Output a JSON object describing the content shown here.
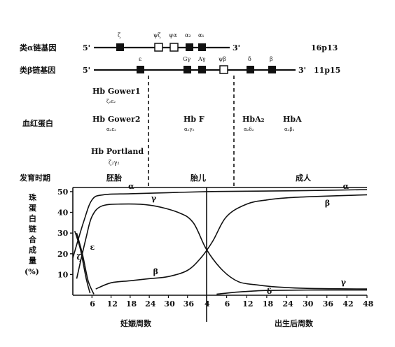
{
  "alpha_cluster": {
    "label": "类α链基因",
    "five_prime": "5'",
    "three_prime": "3'",
    "locus": "16p13",
    "genes": [
      {
        "name": "ζ",
        "filled": true
      },
      {
        "name": "ψζ",
        "filled": false
      },
      {
        "name": "ψα",
        "filled": false
      },
      {
        "name": "α₂",
        "filled": true
      },
      {
        "name": "α₁",
        "filled": true
      }
    ]
  },
  "beta_cluster": {
    "label": "类β链基因",
    "five_prime": "5'",
    "three_prime": "3'",
    "locus": "11p15",
    "genes": [
      {
        "name": "ε",
        "filled": true
      },
      {
        "name": "Gγ",
        "filled": true
      },
      {
        "name": "Aγ",
        "filled": true
      },
      {
        "name": "ψβ",
        "filled": false
      },
      {
        "name": "δ",
        "filled": true
      },
      {
        "name": "β",
        "filled": true
      }
    ]
  },
  "hemoglobins": {
    "row_label": "血红蛋白",
    "embryonic": [
      {
        "name": "Hb Gower1",
        "chains": "ζ₂ε₂"
      },
      {
        "name": "Hb Gower2",
        "chains": "α₂ε₂"
      },
      {
        "name": "Hb Portland",
        "chains": "ζ₂γ₂"
      }
    ],
    "fetal": {
      "name": "Hb F",
      "chains": "α₂γ₂"
    },
    "adult": [
      {
        "name": "HbA₂",
        "chains": "α₂δ₂"
      },
      {
        "name": "HbA",
        "chains": "α₂β₂"
      }
    ]
  },
  "stages": {
    "row_label": "发育时期",
    "items": [
      "胚胎",
      "胎儿",
      "成人"
    ]
  },
  "chart_data": {
    "type": "line",
    "ylabel": "珠蛋白链合成量(%)",
    "ylim": [
      0,
      52
    ],
    "yticks": [
      "10",
      "20",
      "30",
      "40",
      "50"
    ],
    "xlabel_left": "妊娠周数",
    "xlabel_right": "出生后周数",
    "x_left_ticks": [
      "6",
      "12",
      "18",
      "24",
      "30",
      "36",
      "4"
    ],
    "x_right_ticks": [
      "6",
      "12",
      "18",
      "24",
      "30",
      "36",
      "42",
      "48"
    ],
    "x_index_meaning": "0..7 = gestation weeks 0..42 (birth at index 7); 7..15 = weeks after birth 0..48",
    "series": [
      {
        "name": "α",
        "x": [
          0,
          0.55,
          1.0,
          1.6,
          3,
          5,
          7,
          9,
          12,
          15
        ],
        "y": [
          18,
          35,
          46,
          48.5,
          49,
          49.5,
          50,
          50.2,
          50.5,
          51
        ]
      },
      {
        "name": "γ",
        "x": [
          0.2,
          0.7,
          1.0,
          1.5,
          2.5,
          4,
          5.5,
          6.3,
          7,
          7.8,
          8.6,
          9.5,
          10.5,
          12,
          15
        ],
        "y": [
          8,
          28,
          38,
          43,
          44,
          43.5,
          40,
          35,
          22,
          12,
          6.5,
          5,
          4,
          3.3,
          3
        ]
      },
      {
        "name": "β",
        "x": [
          1.2,
          2.0,
          3,
          4,
          5,
          6,
          6.7,
          7.3,
          8,
          9,
          10,
          11,
          12,
          13.5,
          15
        ],
        "y": [
          3,
          6,
          7,
          8,
          9,
          12,
          18,
          26,
          38,
          44,
          46,
          47,
          47.5,
          48,
          48.5
        ]
      },
      {
        "name": "δ",
        "x": [
          7.5,
          8.5,
          9.3,
          10,
          12,
          15
        ],
        "y": [
          0.5,
          1.5,
          2,
          2.3,
          2.5,
          2.5
        ]
      },
      {
        "name": "ζ",
        "x": [
          0.1,
          0.4,
          0.7,
          0.9
        ],
        "y": [
          31,
          22,
          8,
          1
        ]
      },
      {
        "name": "ε",
        "x": [
          0.2,
          0.5,
          0.8,
          1.1
        ],
        "y": [
          30,
          20,
          7,
          0.5
        ]
      }
    ]
  }
}
